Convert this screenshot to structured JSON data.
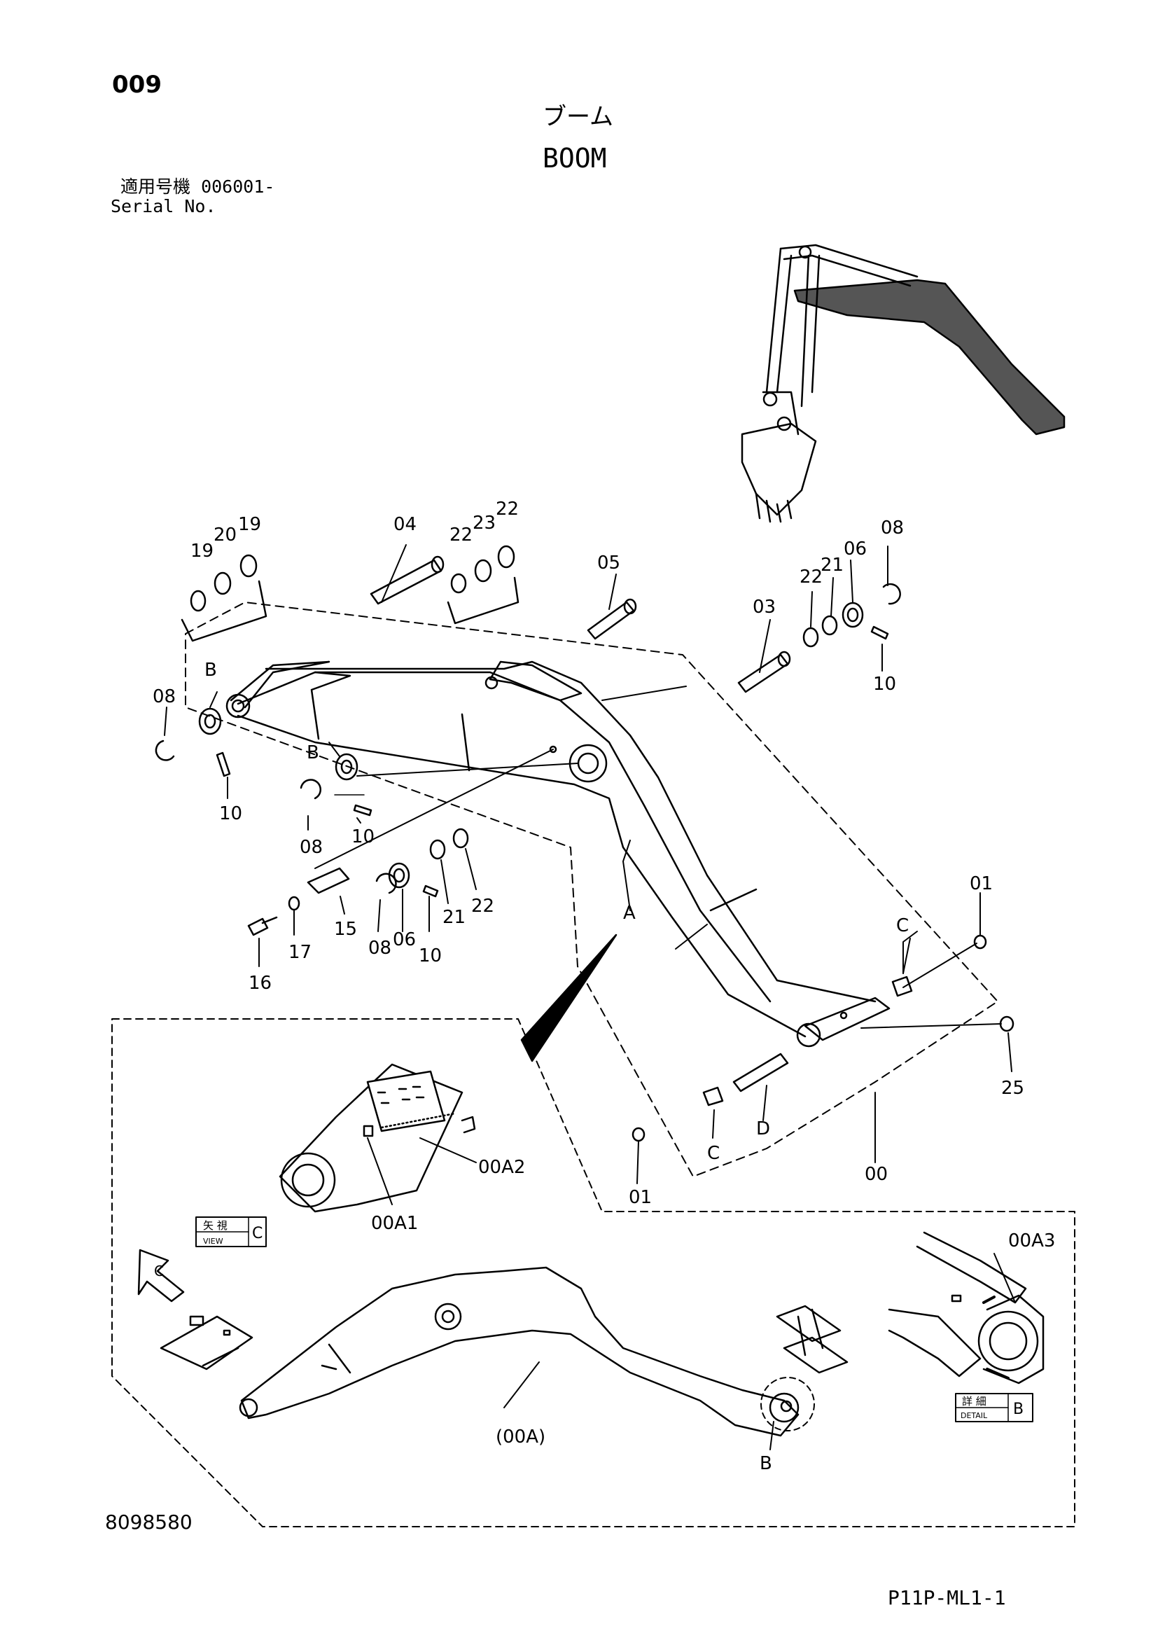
{
  "header": {
    "page_number": "009",
    "title_jp": "ブーム",
    "title_en": "BOOM",
    "serial_label_jp": "適用号機",
    "serial_value": "006001-",
    "serial_label_en": "Serial No."
  },
  "footer": {
    "drawing_number": "8098580",
    "sheet_code": "P11P-ML1-1"
  },
  "callouts": {
    "c19a": "19",
    "c20": "20",
    "c19b": "19",
    "c04": "04",
    "c22a": "22",
    "c23": "23",
    "c22b": "22",
    "c05": "05",
    "c03": "03",
    "c22c": "22",
    "c21a": "21",
    "c06a": "06",
    "c08a": "08",
    "c10a": "10",
    "c08b": "08",
    "cBa": "B",
    "c10b": "10",
    "cBb": "B",
    "c08c": "08",
    "c10c": "10",
    "c15": "15",
    "c16": "16",
    "c17": "17",
    "c08d": "08",
    "c06b": "06",
    "c10d": "10",
    "c21b": "21",
    "c22d": "22",
    "cA": "A",
    "c01a": "01",
    "cCa": "C",
    "c25": "25",
    "cD": "D",
    "cCb": "C",
    "c01b": "01",
    "c00": "00"
  },
  "detail": {
    "c00A2": "00A2",
    "c00A1": "00A1",
    "c00A3": "00A3",
    "c00A": "(00A)",
    "cB": "B",
    "cC": "C",
    "view_label_jp": "矢 視",
    "view_label_en": "VIEW",
    "view_letter": "C",
    "detail_label_jp": "詳 細",
    "detail_label_en": "DETAIL",
    "detail_letter": "B"
  }
}
